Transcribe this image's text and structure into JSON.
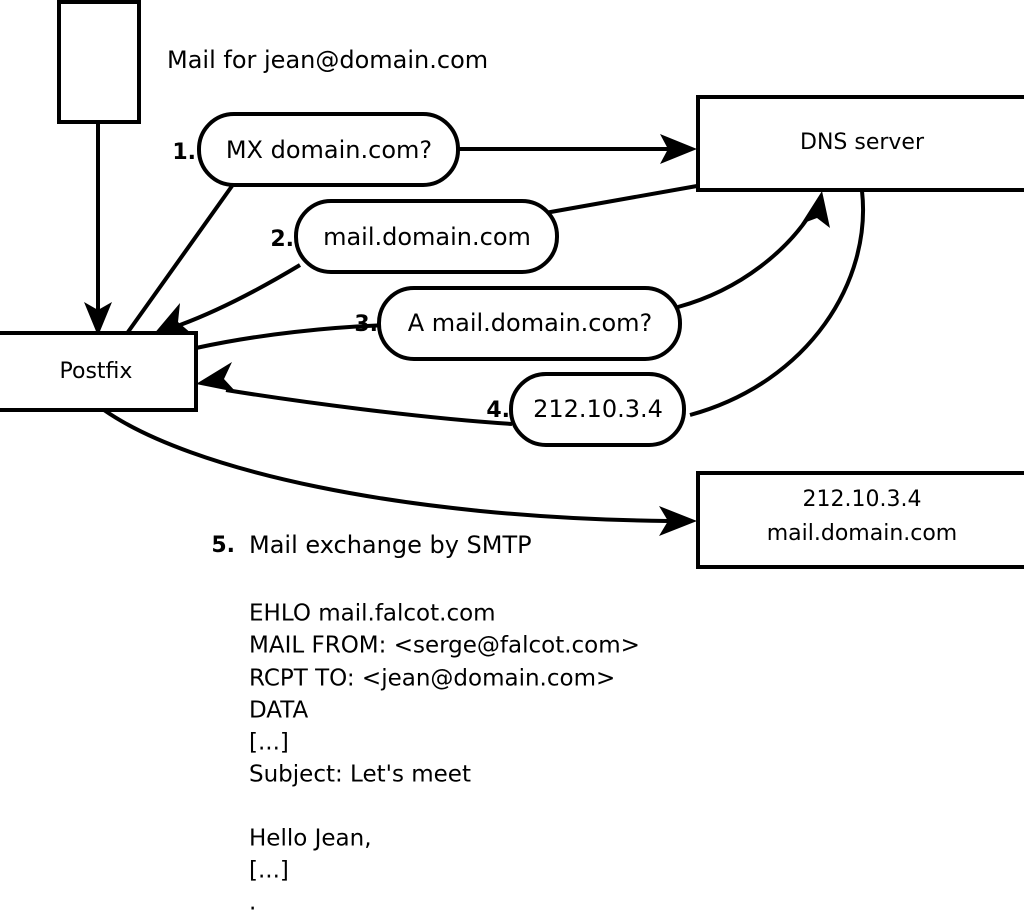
{
  "diagram": {
    "title_note": "Mail for jean@domain.com",
    "nodes": {
      "sender_box": {
        "label": ""
      },
      "postfix": {
        "label": "Postfix"
      },
      "dns_server": {
        "label": "DNS server"
      },
      "target_server": {
        "line1": "212.10.3.4",
        "line2": "mail.domain.com"
      }
    },
    "steps": [
      {
        "num": "1.",
        "text": "MX domain.com?"
      },
      {
        "num": "2.",
        "text": "mail.domain.com"
      },
      {
        "num": "3.",
        "text": "A mail.domain.com?"
      },
      {
        "num": "4.",
        "text": "212.10.3.4"
      }
    ],
    "step5": {
      "num": "5.",
      "text": "Mail exchange by SMTP"
    },
    "smtp_transcript": [
      "EHLO mail.falcot.com",
      "MAIL FROM: <serge@falcot.com>",
      "RCPT TO: <jean@domain.com>",
      "DATA",
      "[...]",
      "Subject: Let's meet",
      "",
      "Hello Jean,",
      "[...]",
      "."
    ],
    "colors": {
      "stroke": "#000000",
      "fill": "#ffffff"
    }
  }
}
